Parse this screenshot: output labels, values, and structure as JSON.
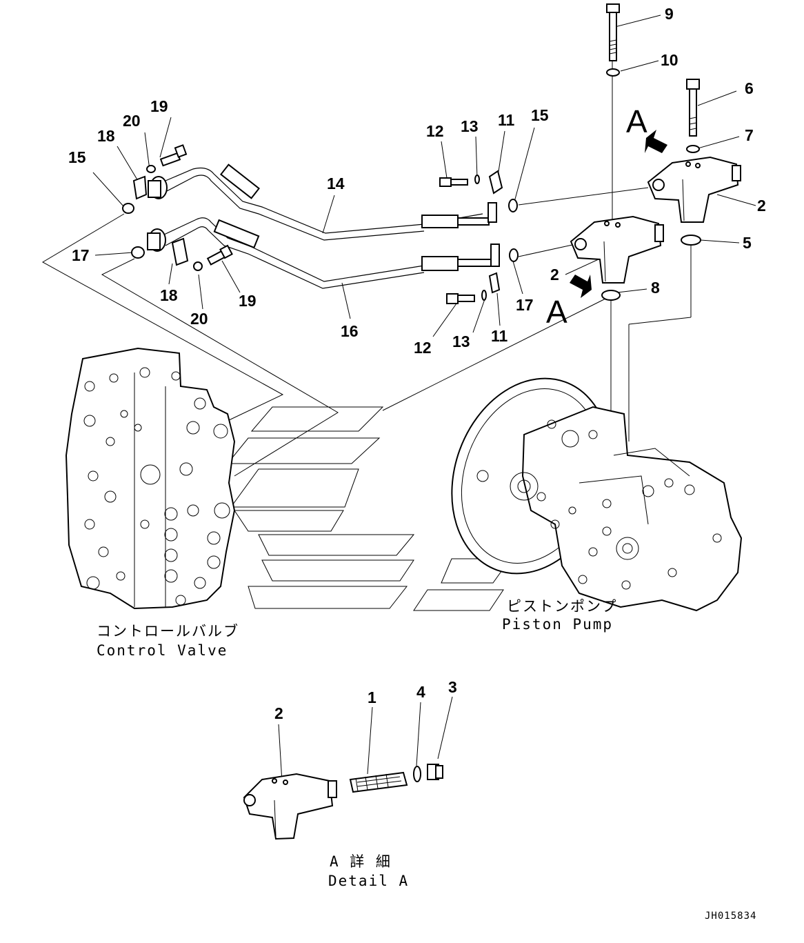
{
  "callouts": {
    "c9": "9",
    "c10": "10",
    "c6": "6",
    "c7": "7",
    "c2a": "2",
    "c5": "5",
    "c2b": "2",
    "c8": "8",
    "c19a": "19",
    "c20a": "20",
    "c18a": "18",
    "c15a": "15",
    "c14": "14",
    "c12a": "12",
    "c13a": "13",
    "c11a": "11",
    "c15b": "15",
    "c17a": "17",
    "c18b": "18",
    "c20b": "20",
    "c19b": "19",
    "c16": "16",
    "c12b": "12",
    "c13b": "13",
    "c11b": "11",
    "c17b": "17",
    "c2c": "2",
    "c1": "1",
    "c4": "4",
    "c3": "3"
  },
  "view_marks": {
    "top": "A",
    "left": "A"
  },
  "labels": {
    "control_valve_jp": "コントロールバルブ",
    "control_valve_en": "Control Valve",
    "piston_pump_jp": "ピストンポンプ",
    "piston_pump_en": "Piston Pump",
    "detail_jp": "A 詳 細",
    "detail_en": "Detail A"
  },
  "drawing_id": "JH015834"
}
